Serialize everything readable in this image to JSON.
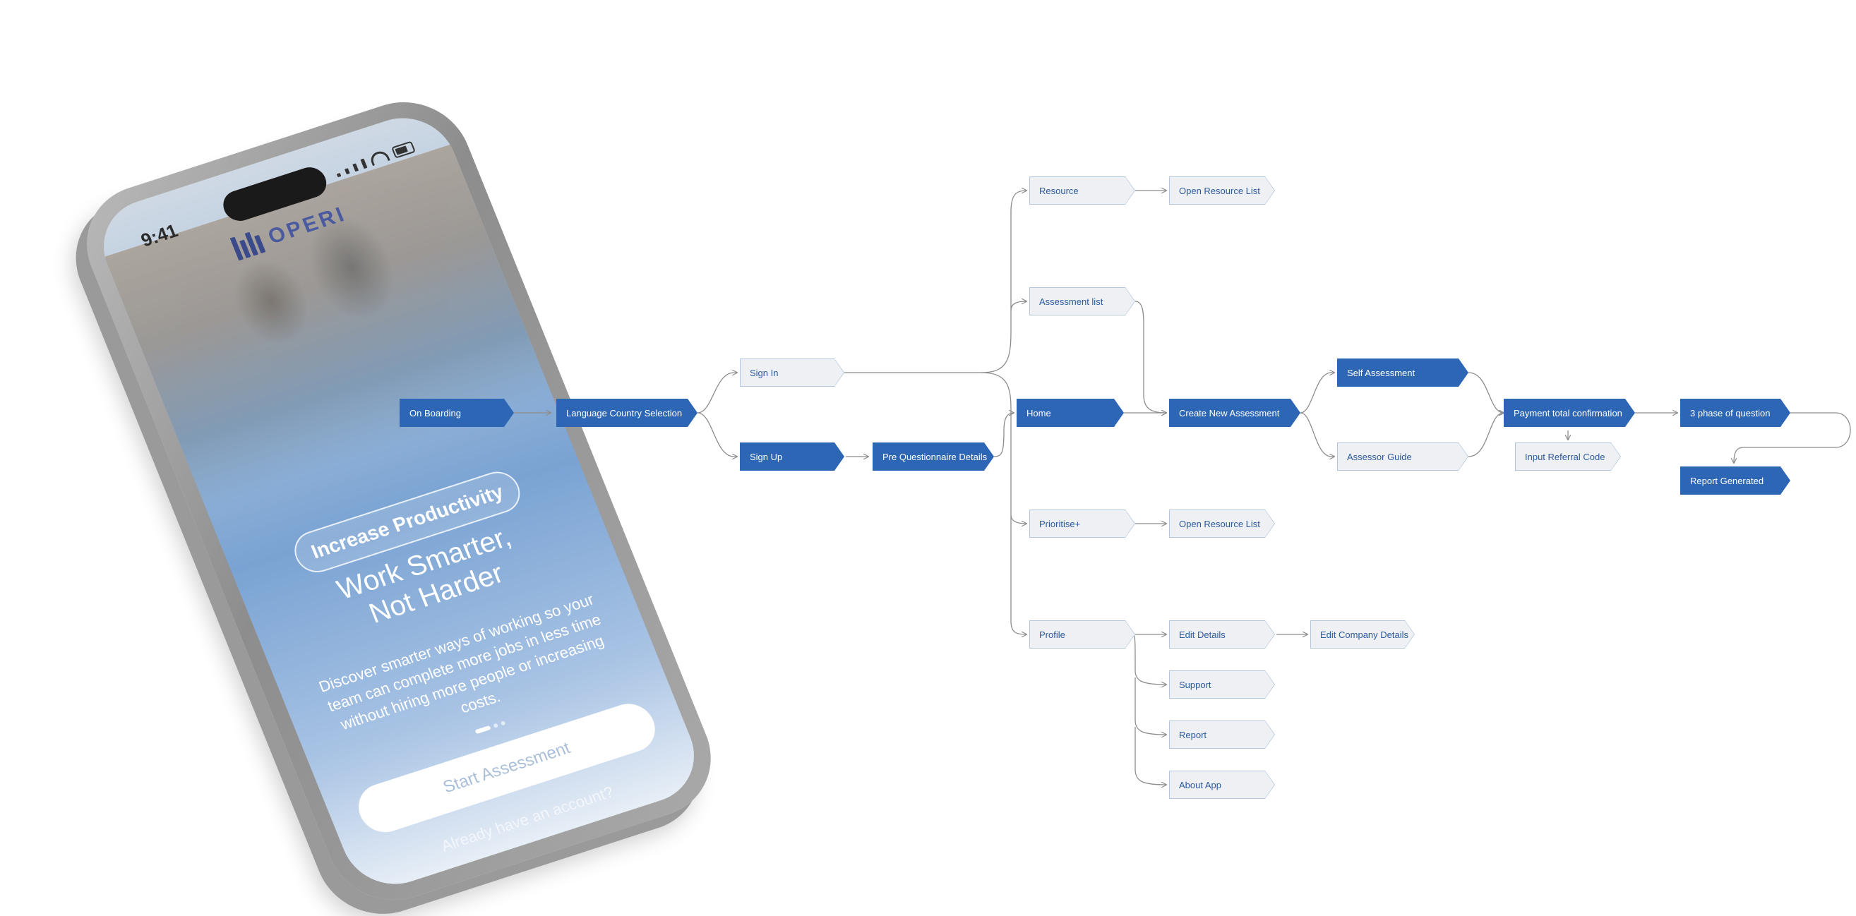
{
  "phone": {
    "time": "9:41",
    "logo_text": "OPERI",
    "pill": "Increase Productivity",
    "headline_line1": "Work Smarter,",
    "headline_line2": "Not Harder",
    "subtext": "Discover smarter ways of working so your team can complete more jobs in less time without hiring more people or increasing costs.",
    "start_button": "Start Assessment",
    "signin_link": "Already have an account?"
  },
  "flow": {
    "onboarding": "On Boarding",
    "language": "Language Country Selection",
    "signin": "Sign In",
    "signup": "Sign Up",
    "prequestionnaire": "Pre Questionnaire Details",
    "resource": "Resource",
    "open_resource_list_1": "Open Resource List",
    "assessment_list": "Assessment list",
    "home": "Home",
    "create_new_assessment": "Create New Assessment",
    "self_assessment": "Self Assessment",
    "assessor_guide": "Assessor Guide",
    "payment_total": "Payment total confirmation",
    "input_referral": "Input Referral Code",
    "three_phase": "3 phase of question",
    "report_generated": "Report Generated",
    "prioritise": "Prioritise+",
    "open_resource_list_2": "Open Resource List",
    "profile": "Profile",
    "edit_details": "Edit Details",
    "edit_company_details": "Edit Company Details",
    "support": "Support",
    "report": "Report",
    "about_app": "About App"
  },
  "colors": {
    "dark_node": "#2c66b5",
    "light_node_fill": "#eef0f3",
    "light_node_border": "#b4c6de",
    "connector": "#8c8c8c"
  }
}
